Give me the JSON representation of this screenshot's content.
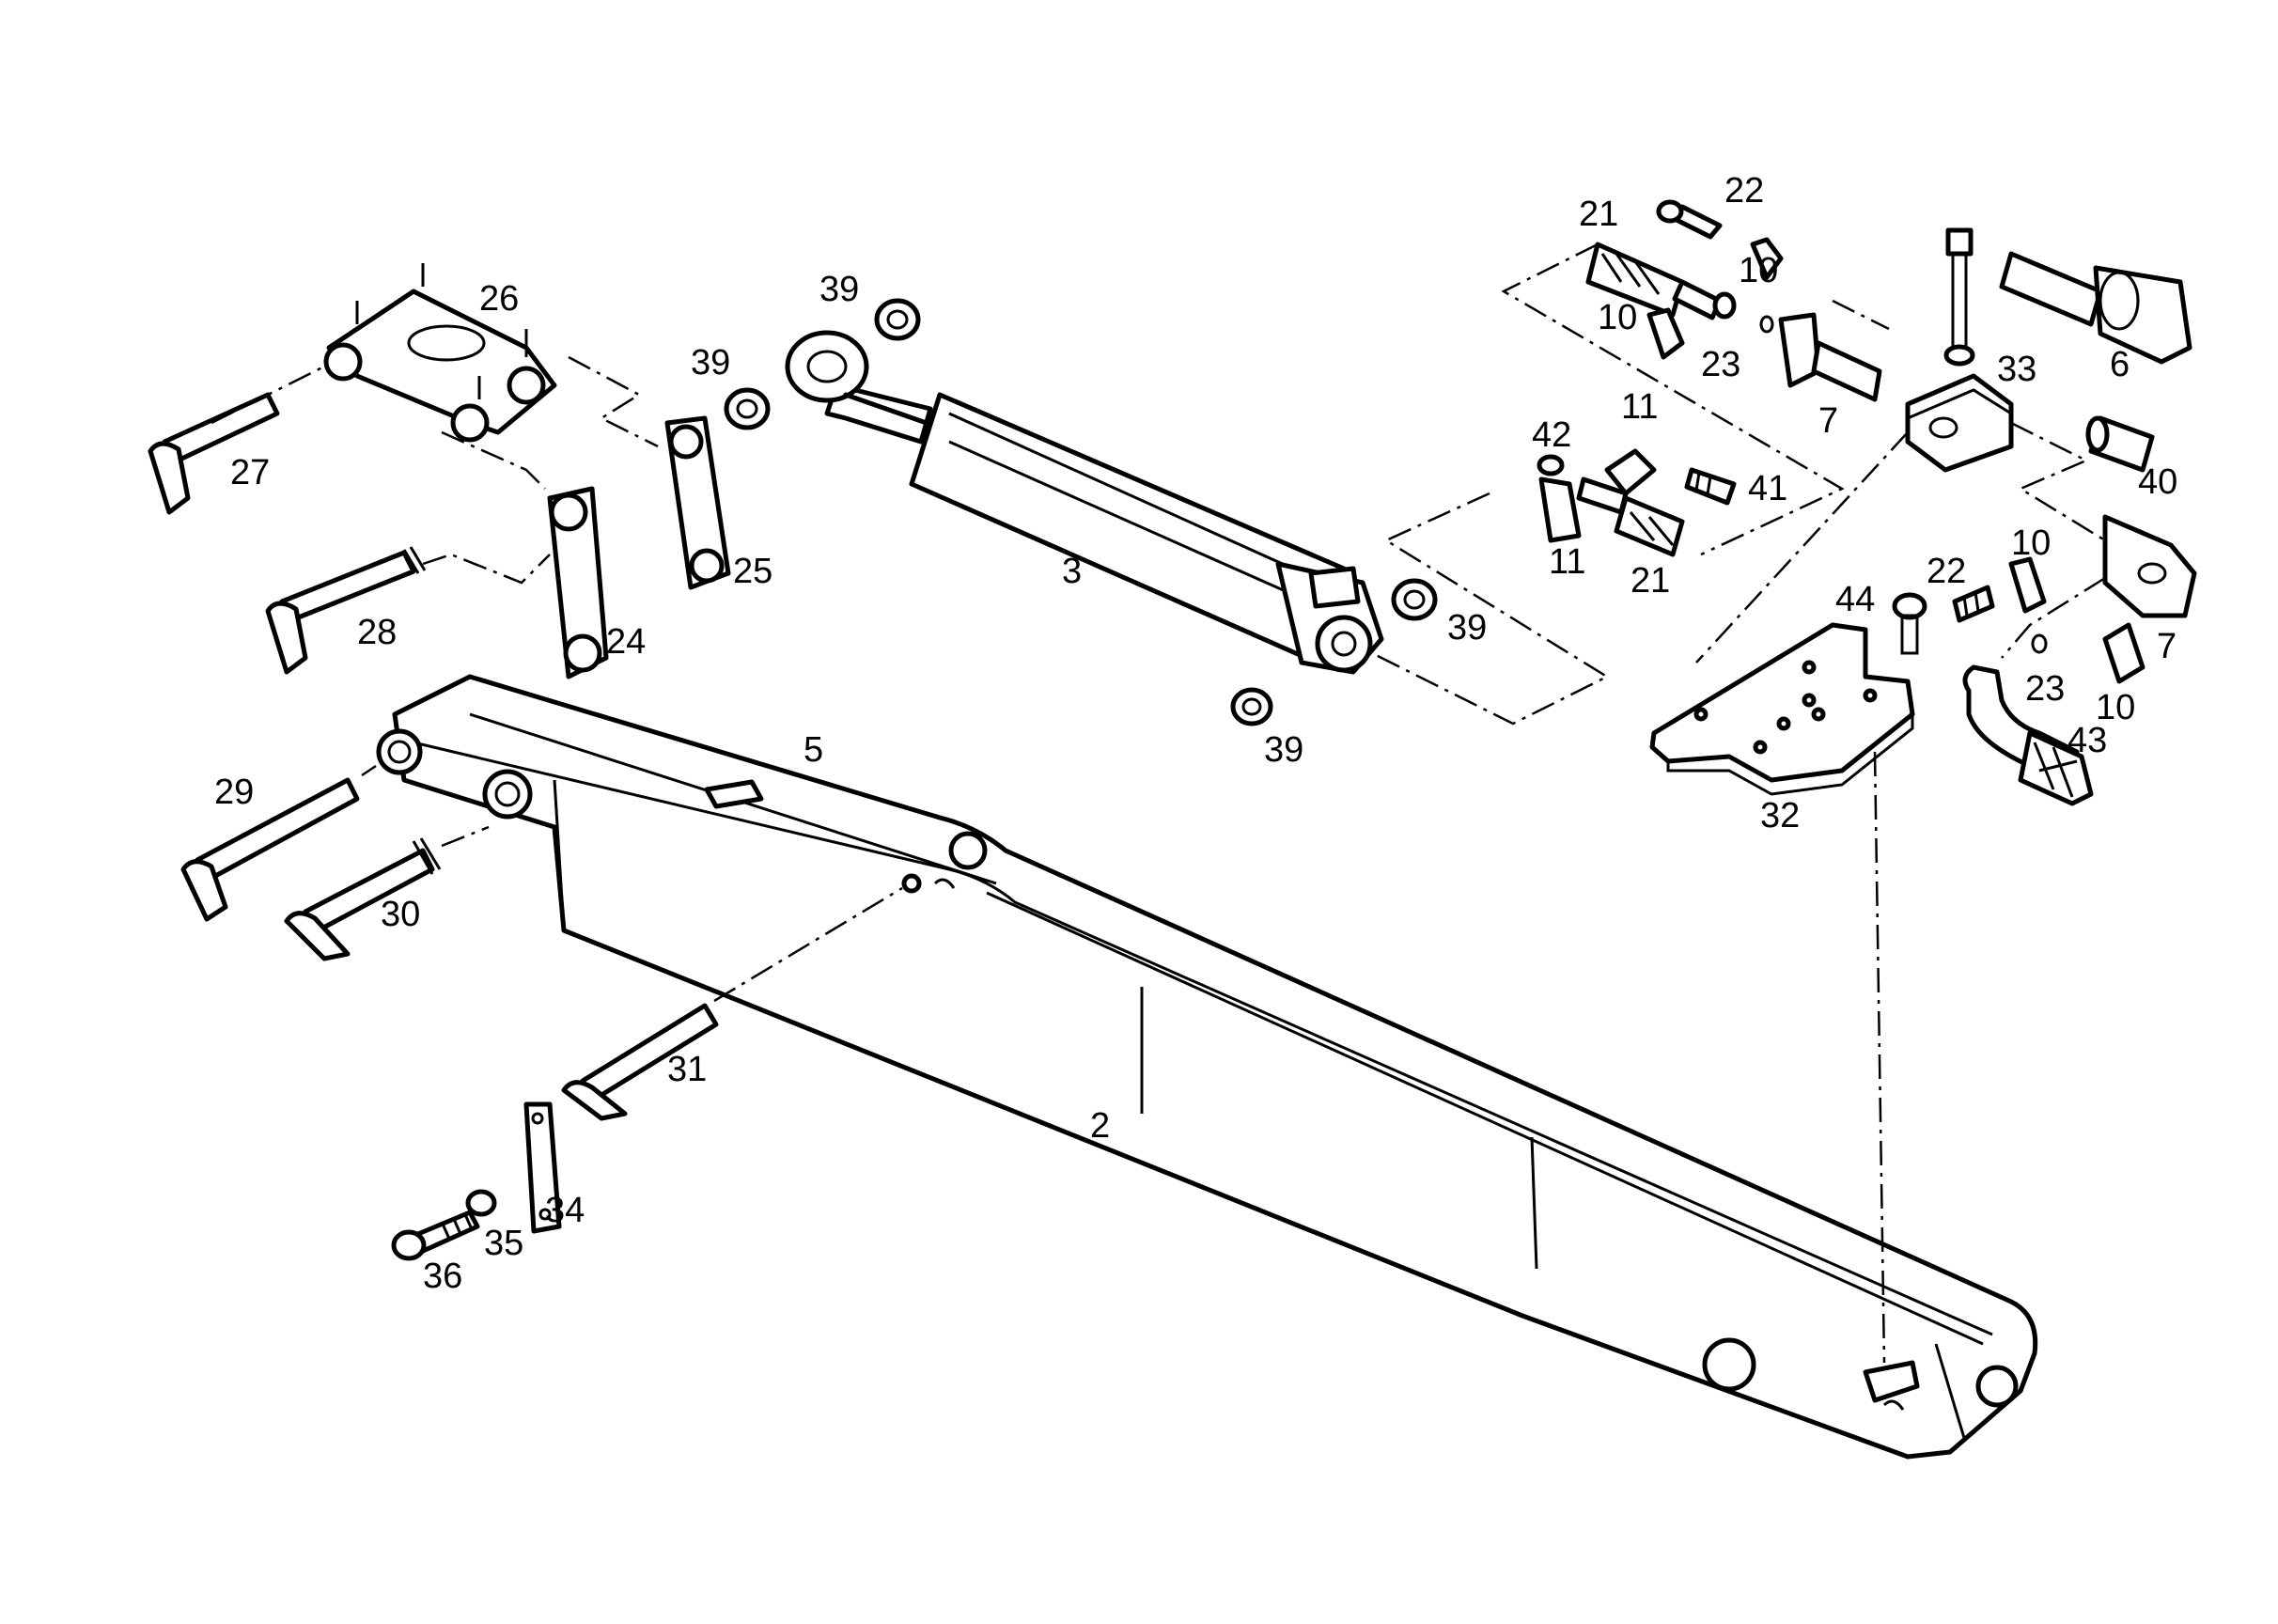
{
  "callouts": {
    "n2": "2",
    "n3": "3",
    "n5": "5",
    "n6": "6",
    "n7a": "7",
    "n7b": "7",
    "n10a": "10",
    "n10b": "10",
    "n10c": "10",
    "n10d": "10",
    "n11a": "11",
    "n11b": "11",
    "n21a": "21",
    "n21b": "21",
    "n22a": "22",
    "n22b": "22",
    "n23a": "23",
    "n23b": "23",
    "n24": "24",
    "n25": "25",
    "n26": "26",
    "n27": "27",
    "n28": "28",
    "n29": "29",
    "n30": "30",
    "n31": "31",
    "n32": "32",
    "n33": "33",
    "n34": "34",
    "n35": "35",
    "n36": "36",
    "n39a": "39",
    "n39b": "39",
    "n39c": "39",
    "n39d": "39",
    "n40": "40",
    "n41": "41",
    "n42": "42",
    "n43": "43",
    "n44": "44"
  },
  "colors": {
    "ink": "#000000",
    "paper": "#ffffff"
  }
}
